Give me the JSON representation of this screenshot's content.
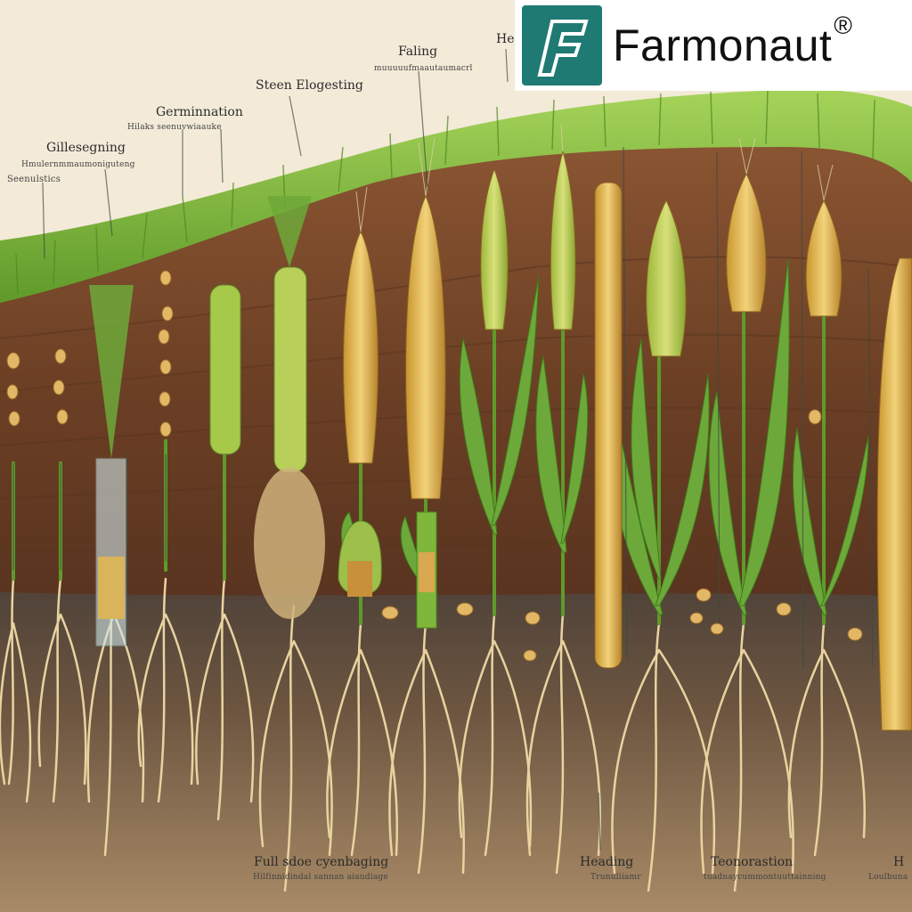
{
  "brand": {
    "name": "Farmonaut",
    "registered_mark": "®",
    "mark_color": "#1f7a74"
  },
  "labels": {
    "stem_elongation": "Steen Elogesting",
    "falling": "Faling",
    "falling_sub": "muuuuufmaautaumacrl",
    "heading_top": "He",
    "germination": "Germinnation",
    "germination_sub": "Hilaks seenuvwiaauke",
    "tillering": "Gillesegning",
    "tillering_sub": "Hmulernmmaumoniguteng",
    "seedling": "Seenulstics",
    "full_stage": "Full sdoe cyenbaging",
    "full_stage_sub": "Hilfinnidindal sannan aiaudiage",
    "heading_bottom": "Heading",
    "heading_bottom_sub": "Trunuliiamr",
    "ripening": "Teonorastion",
    "ripening_sub": "tuadnaycummontuuttainning",
    "right_edge": "H",
    "right_edge_sub": "Loulbuna"
  },
  "colors": {
    "background": "#f3ead8",
    "grass": "#7fb73b",
    "topsoil": "#7a4a2a",
    "subsoil": "#4a3e32",
    "root": "#e8d3a0",
    "wheat_head": "#e0b84a",
    "leaf": "#6da93a"
  }
}
